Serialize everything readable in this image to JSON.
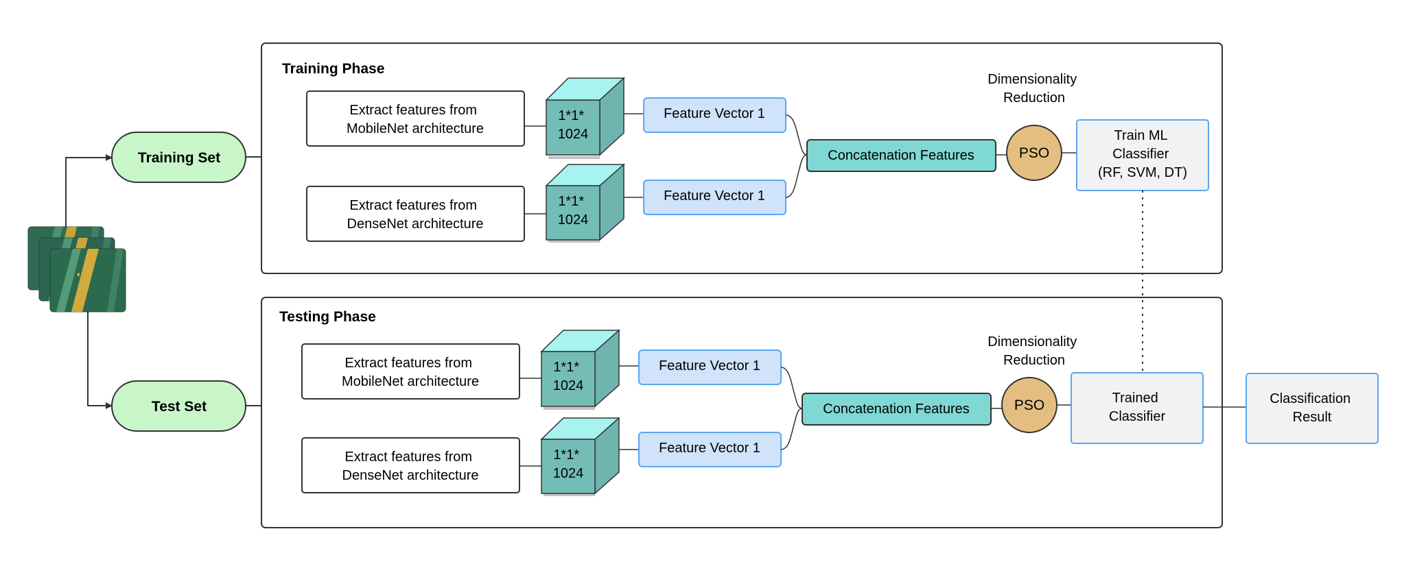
{
  "inputs": {
    "training_set": "Training Set",
    "test_set": "Test Set"
  },
  "training": {
    "title": "Training Phase",
    "extract_mobilenet": [
      "Extract features from",
      "MobileNet architecture"
    ],
    "extract_densenet": [
      "Extract features from",
      "DenseNet architecture"
    ],
    "cube_mobilenet": [
      "1*1*",
      "1024"
    ],
    "cube_densenet": [
      "1*1*",
      "1024"
    ],
    "feature_vector_top": "Feature Vector 1",
    "feature_vector_bottom": "Feature Vector 1",
    "concat": "Concatenation Features",
    "dim_reduction": [
      "Dimensionality",
      "Reduction"
    ],
    "pso": "PSO",
    "classifier": [
      "Train ML",
      "Classifier",
      "(RF, SVM, DT)"
    ]
  },
  "testing": {
    "title": "Testing Phase",
    "extract_mobilenet": [
      "Extract features from",
      "MobileNet architecture"
    ],
    "extract_densenet": [
      "Extract features from",
      "DenseNet architecture"
    ],
    "cube_mobilenet": [
      "1*1*",
      "1024"
    ],
    "cube_densenet": [
      "1*1*",
      "1024"
    ],
    "feature_vector_top": "Feature Vector 1",
    "feature_vector_bottom": "Feature Vector 1",
    "concat": "Concatenation Features",
    "dim_reduction": [
      "Dimensionality",
      "Reduction"
    ],
    "pso": "PSO",
    "classifier": [
      "Trained",
      "Classifier"
    ]
  },
  "result": [
    "Classification",
    "Result"
  ],
  "colors": {
    "set_fill": "#c8f6c9",
    "cube_front": "#74bdb7",
    "cube_top": "#a6f3ef",
    "cube_side": "#6fb4ae",
    "feature_fill": "#cfe3fb",
    "feature_stroke": "#5aa6f0",
    "concat_fill": "#7fd8d3",
    "pso_fill": "#e4be80",
    "classifier_fill": "#f1f2f4",
    "line": "#333333"
  }
}
